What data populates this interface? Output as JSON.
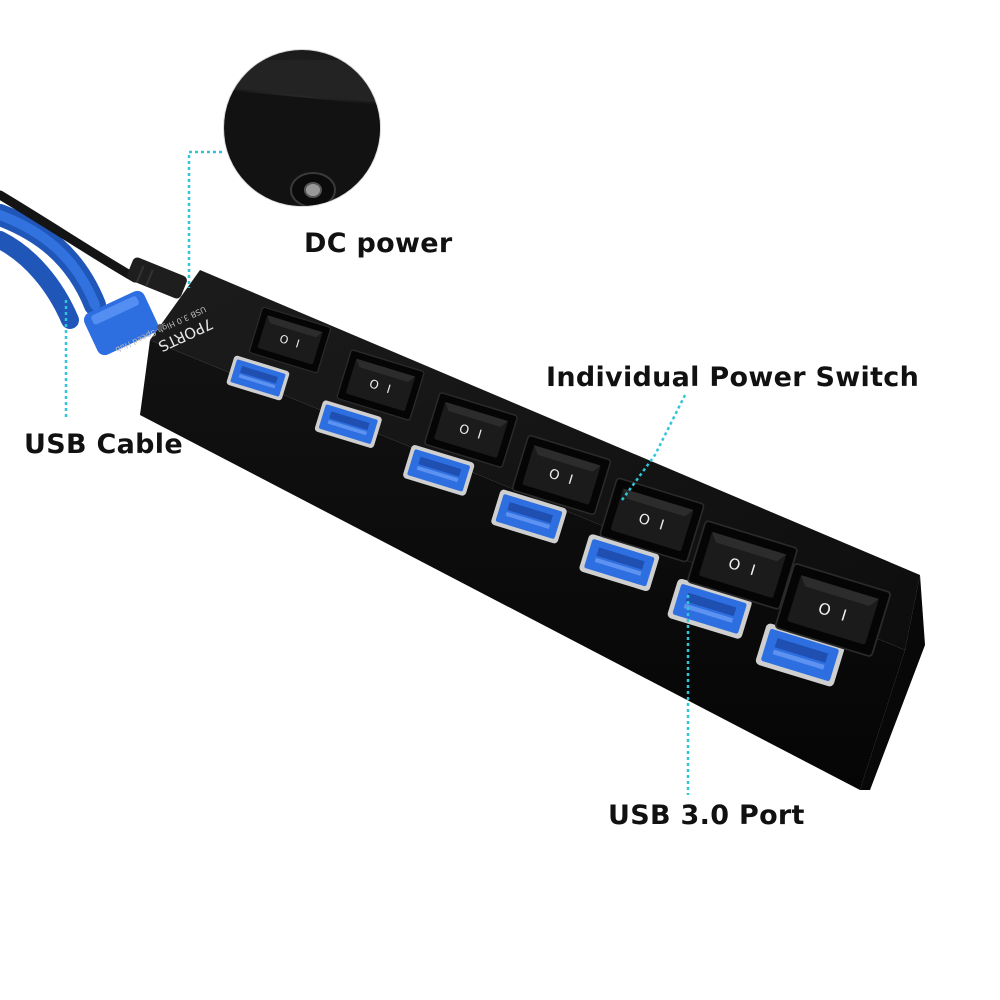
{
  "labels": {
    "dc_power": "DC power",
    "power_switch": "Individual Power Switch",
    "usb_cable": "USB Cable",
    "usb_port": "USB 3.0 Port"
  },
  "device": {
    "brand_text": "7PORTS",
    "model_text": "USB 3.0 High Speed Hub",
    "port_count": 7,
    "switch_symbols": [
      "O",
      "I"
    ]
  },
  "colors": {
    "hub_body": "#0f0f0f",
    "usb_blue": "#2d6fe0",
    "leader_line": "#2fc6d8",
    "background": "#ffffff",
    "cable_black": "#141414"
  }
}
